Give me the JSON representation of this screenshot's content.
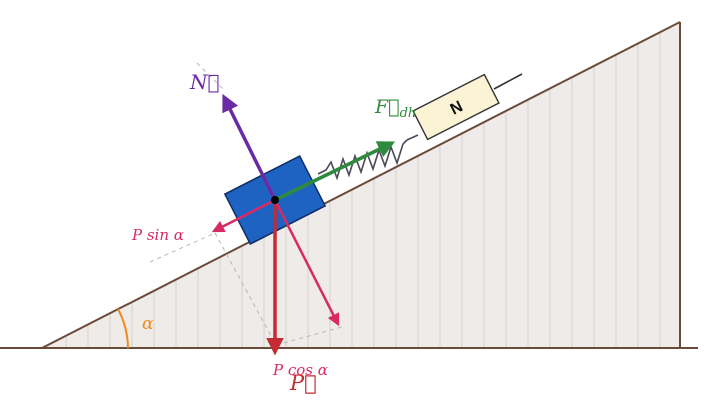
{
  "labels": {
    "normal_force": "N⃗",
    "spring_force": "F⃗",
    "spring_force_sub": "dh",
    "weight": "P⃗",
    "parallel_component": "P sin α",
    "perpendicular_component": "P cos α",
    "angle": "α"
  },
  "dynamometer": {
    "unit": "N"
  },
  "colors": {
    "incline_fill": "#efebe8",
    "incline_outline": "#6b4a3a",
    "hatch": "#d6d0cc",
    "block": "#1f63c2",
    "normal": "#6a2aa6",
    "spring_force": "#2e8b3d",
    "weight": "#c62a32",
    "components": "#d82a64",
    "angle": "#f08a1c",
    "spring": "#4a4a58",
    "dynamometer": "#fbf3d4"
  }
}
